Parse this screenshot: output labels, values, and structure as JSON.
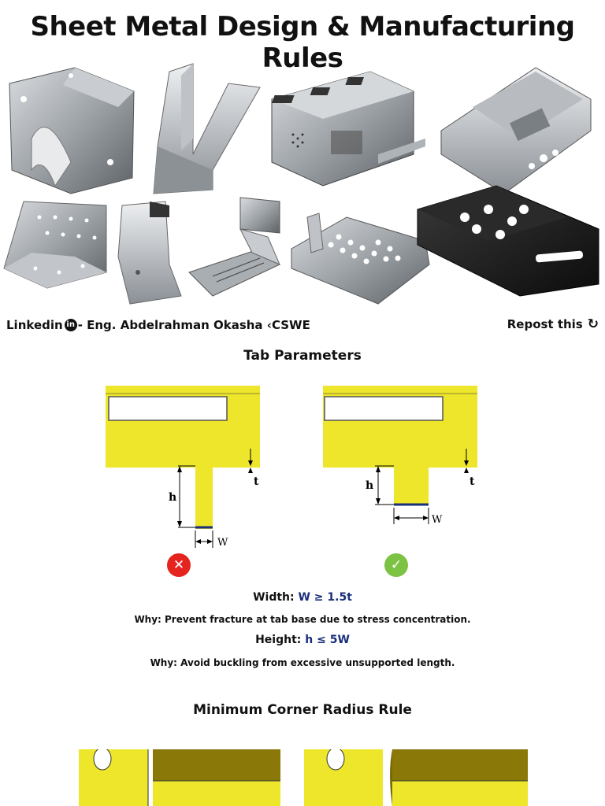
{
  "header": {
    "title": "Sheet Metal Design & Manufacturing Rules"
  },
  "author": {
    "prefix": "Linkedin",
    "badge": "in",
    "name": "- Eng. Abdelrahman Okasha ‹CSWE"
  },
  "repost": {
    "label": "Repost this",
    "icon": "↻"
  },
  "tab_parameters": {
    "title": "Tab Parameters",
    "bad_diagram": {
      "h_label": "h",
      "t_label": "t",
      "w_label": "W"
    },
    "good_diagram": {
      "h_label": "h",
      "t_label": "t",
      "w_label": "W"
    },
    "bad_icon": "✕",
    "good_icon": "✓",
    "width_rule": {
      "label": "Width:",
      "value": "W ≥ 1.5t"
    },
    "width_why": "Why: Prevent fracture at tab base due to stress concentration.",
    "height_rule": {
      "label": "Height:",
      "value": "h ≤ 5W"
    },
    "height_why": "Why: Avoid buckling from excessive unsupported length."
  },
  "corner_radius": {
    "title": "Minimum Corner Radius Rule"
  },
  "colors": {
    "metal_yellow": "#ede62a",
    "metal_dark": "#7a6a05",
    "bad_red": "#e52420",
    "good_green": "#7cc243",
    "value_blue": "#1a2f7a"
  }
}
